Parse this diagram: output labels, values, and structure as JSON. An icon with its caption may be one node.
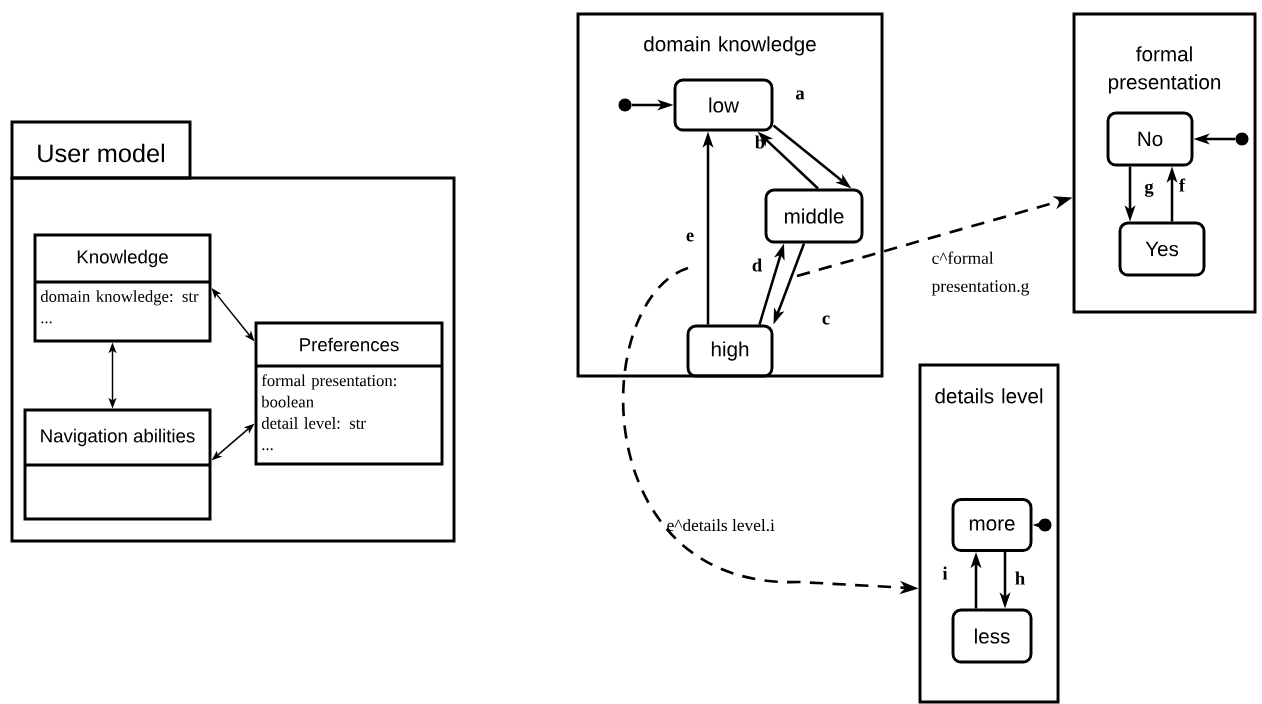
{
  "diagram": {
    "nodes": [
      {
        "text": [
          "User model"
        ]
      },
      {
        "text": [
          "Knowledge",
          "domain knowledge: str",
          "..."
        ],
        "in": 0
      },
      {
        "text": [
          "Navigation abilities"
        ],
        "in": 0
      },
      {
        "text": [
          "Preferences",
          "formal presentation: boolean",
          "detail level: str",
          "..."
        ],
        "in": 0
      },
      {
        "text": [
          "domain knowledge"
        ]
      },
      {
        "text": [],
        "shape": "circle",
        "in": 4
      },
      {
        "text": [
          "low"
        ],
        "in": 4
      },
      {
        "text": [
          "middle"
        ],
        "in": 4
      },
      {
        "text": [
          "high"
        ],
        "in": 4
      },
      {
        "text": [
          "formal presentation"
        ]
      },
      {
        "text": [
          "No"
        ],
        "in": 9
      },
      {
        "text": [
          "Yes"
        ],
        "in": 9
      },
      {
        "text": [],
        "shape": "circle",
        "in": 9
      },
      {
        "text": [
          "details level"
        ]
      },
      {
        "text": [
          "more"
        ],
        "in": 13
      },
      {
        "text": [
          "less"
        ],
        "in": 13
      },
      {
        "text": [],
        "shape": "circle",
        "in": 13
      }
    ],
    "edges": [
      {
        "from": 1,
        "to": 3,
        "arrow": "both"
      },
      {
        "from": 1,
        "to": 2,
        "arrow": "both"
      },
      {
        "from": 2,
        "to": 3,
        "arrow": "both"
      },
      {
        "from": 5,
        "to": 6,
        "arrow": "to"
      },
      {
        "from": 6,
        "to": 7,
        "arrow": "to",
        "label": "a"
      },
      {
        "from": 7,
        "to": 6,
        "arrow": "to",
        "label": "b"
      },
      {
        "from": 7,
        "to": 8,
        "arrow": "to",
        "label": "c"
      },
      {
        "from": 8,
        "to": 7,
        "arrow": "to",
        "label": "d"
      },
      {
        "from": 8,
        "to": 6,
        "arrow": "to",
        "label": "e"
      },
      {
        "from": 12,
        "to": 10,
        "arrow": "to"
      },
      {
        "from": 10,
        "to": 11,
        "arrow": "to",
        "label": "g"
      },
      {
        "from": 11,
        "to": 10,
        "arrow": "to",
        "label": "f"
      },
      {
        "from": null,
        "to": 9,
        "arrow": "to",
        "style": "dashed",
        "label": "c^formal presentation.g"
      },
      {
        "from": null,
        "to": 13,
        "arrow": "to",
        "style": "dashed",
        "label": "e^details level.i"
      },
      {
        "from": 16,
        "to": 14,
        "arrow": "to"
      },
      {
        "from": 14,
        "to": 15,
        "arrow": "to",
        "label": "h"
      },
      {
        "from": 15,
        "to": 14,
        "arrow": "to",
        "label": "i"
      }
    ]
  }
}
